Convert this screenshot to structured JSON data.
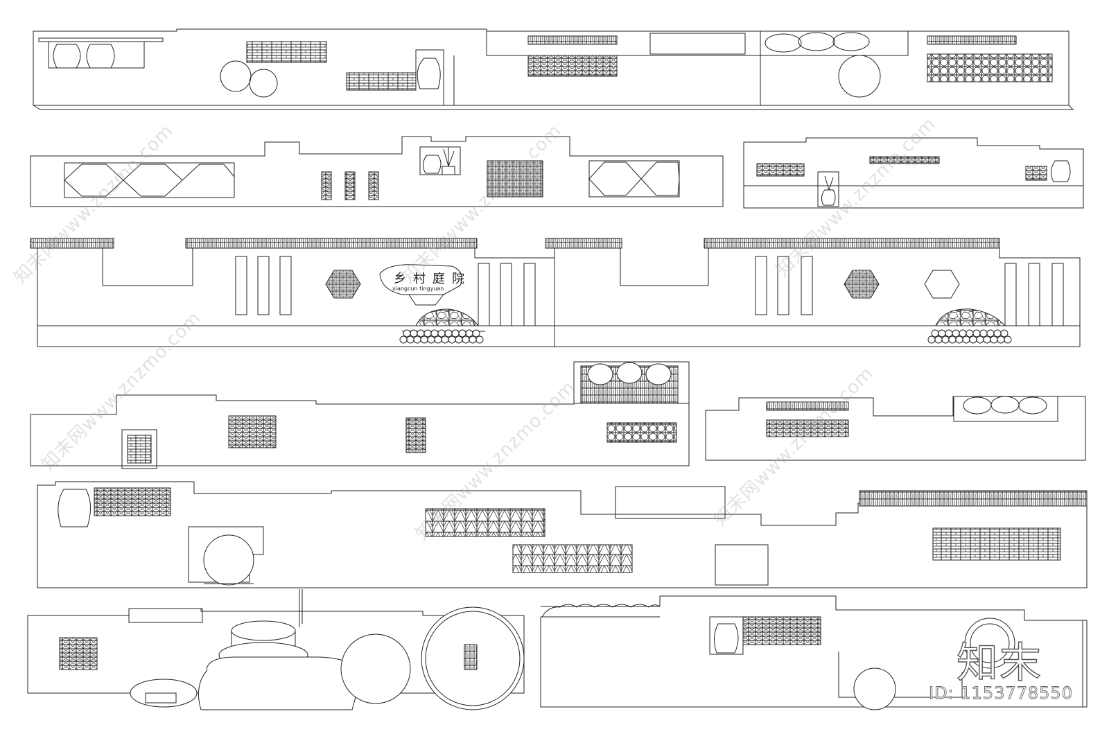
{
  "watermark": {
    "text": "知末网www.znzmo.com",
    "text_short": "znzmo.com"
  },
  "brand_logo": "知末",
  "image_id": "ID: 1153778550",
  "sign_text": {
    "title": "乡村庭院",
    "subtitle": "xiangcun tingyuan"
  },
  "colors": {
    "line": "#222222",
    "background": "#ffffff",
    "watermark": "#aaaaaa"
  }
}
